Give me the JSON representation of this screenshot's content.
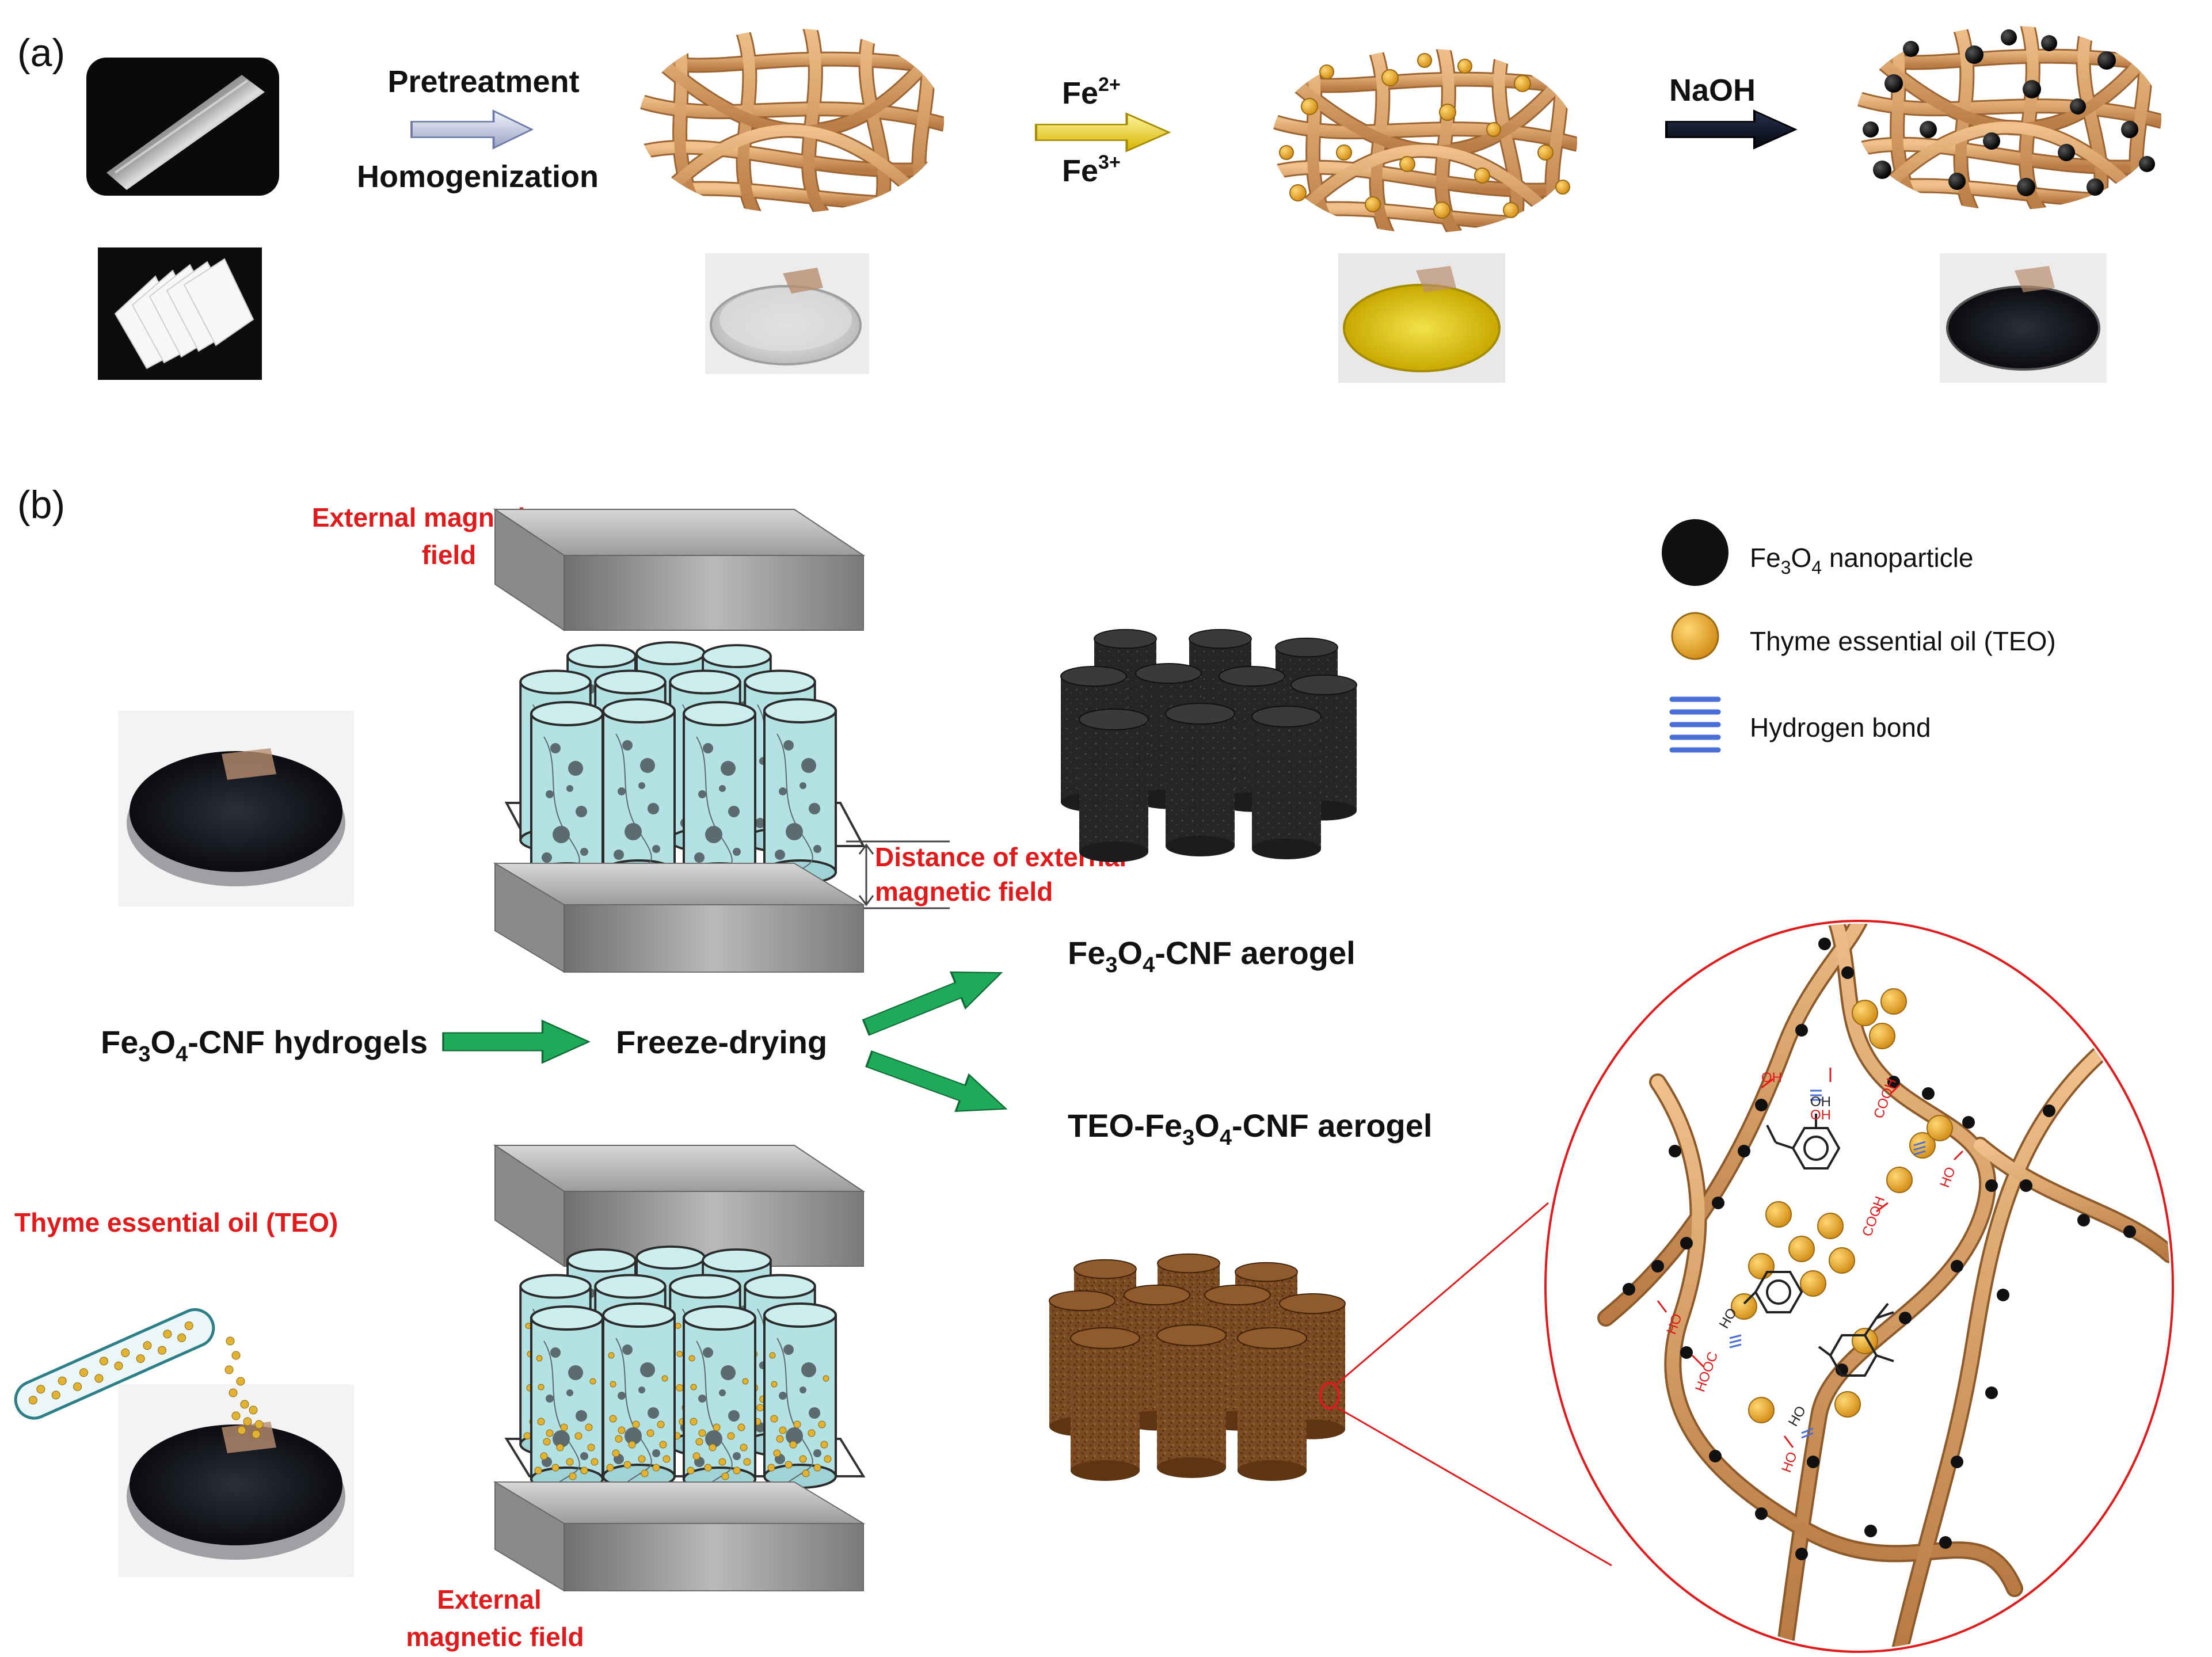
{
  "panel_a": {
    "label": "(a)",
    "step1": {
      "line1": "Pretreatment",
      "line2": "Homogenization"
    },
    "step2": {
      "top_base": "Fe",
      "top_sup": "2+",
      "bottom_base": "Fe",
      "bottom_sup": "3+"
    },
    "step3": {
      "label": "NaOH"
    }
  },
  "panel_b": {
    "label": "(b)",
    "field_top": {
      "line1": "External magnetic",
      "line2": "field"
    },
    "distance": {
      "line1": "Distance of external",
      "line2": "magnetic field"
    },
    "field_bottom": {
      "line1": "External",
      "line2": "magnetic field"
    },
    "teo_label": "Thyme essential oil (TEO)",
    "hydrogels": {
      "pre": "Fe",
      "sub1": "3",
      "mid": "O",
      "sub2": "4",
      "post": "-CNF hydrogels"
    },
    "freeze": "Freeze-drying",
    "aerogel1": {
      "pre": "Fe",
      "sub1": "3",
      "mid": "O",
      "sub2": "4",
      "post": "-CNF aerogel"
    },
    "aerogel2": {
      "pre": "TEO-Fe",
      "sub1": "3",
      "mid": "O",
      "sub2": "4",
      "post": "-CNF aerogel"
    },
    "legend": [
      {
        "icon": "black-dot-icon",
        "pre": "Fe",
        "sub1": "3",
        "mid": "O",
        "sub2": "4",
        "post": " nanoparticle"
      },
      {
        "icon": "orange-dot-icon",
        "text": "Thyme essential oil (TEO)"
      },
      {
        "icon": "hydrogen-bond-icon",
        "text": "Hydrogen bond"
      }
    ],
    "zoom_labels": {
      "oh": "OH",
      "ho": "HO",
      "cooh": "COOH",
      "hooc": "HOOC"
    }
  },
  "colors": {
    "fiber": "#d9a46c",
    "fiber_dark": "#a86f3c",
    "nanoparticle": "#111111",
    "teo": "#e8a92a",
    "cylinder_blue": "#b4e2e4",
    "red_label": "#e11b1b",
    "arrow_green": "#1faa5a",
    "aerogel_black": "#2a2a2a",
    "aerogel_brown": "#7a4a22",
    "hbond": "#4a6ed8"
  }
}
